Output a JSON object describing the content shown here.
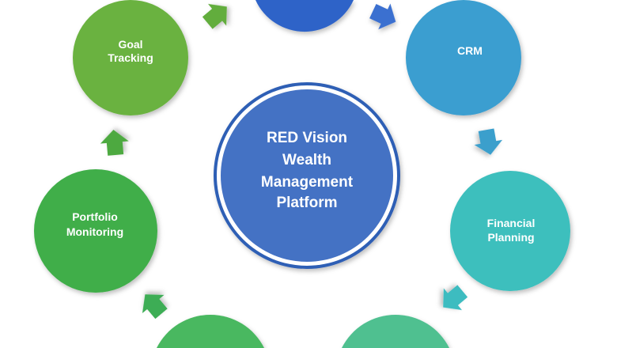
{
  "center": {
    "lines": [
      "RED Vision",
      "Wealth",
      "Management",
      "Platform"
    ],
    "color": "#4472c4"
  },
  "nodes": {
    "goal_tracking": {
      "lines": [
        "Goal",
        "Tracking"
      ],
      "color": "#6ab23f"
    },
    "crm": {
      "lines": [
        "CRM"
      ],
      "color": "#3b9ed0"
    },
    "financial_planning": {
      "lines": [
        "Financial",
        "Planning"
      ],
      "color": "#3ebfbd"
    },
    "portfolio_monitoring": {
      "lines": [
        "Portfolio",
        "Monitoring"
      ],
      "color": "#3fae4a"
    },
    "top": {
      "color": "#2f64c8"
    },
    "bottom_left": {
      "color": "#49b860"
    },
    "bottom_right": {
      "color": "#4fc090"
    }
  }
}
